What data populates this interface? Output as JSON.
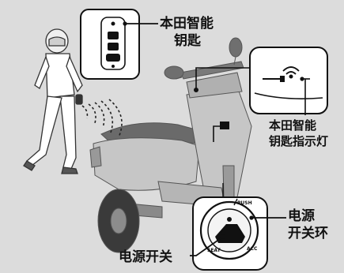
{
  "labels": {
    "smart_key_line1": "本田智能",
    "smart_key_line2": "钥匙",
    "indicator_line1": "本田智能",
    "indicator_line2": "钥匙指示灯",
    "ring_line1": "电源",
    "ring_line2": "开关环",
    "power_switch": "电源开关"
  },
  "dial_text": {
    "top": "PUSH",
    "seat": "SEAT",
    "right": "ACC"
  },
  "colors": {
    "background": "#dcdcdc",
    "callout_fill": "#ffffff",
    "line": "#111111"
  }
}
